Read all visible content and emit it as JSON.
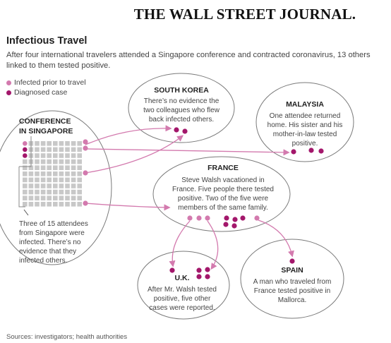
{
  "masthead": "THE WALL STREET JOURNAL.",
  "title": "Infectious Travel",
  "subtitle": "After four international travelers attended a Singapore conference and contracted coronavirus, 13 others linked to them tested positive.",
  "legend": [
    {
      "label": "Infected prior to travel",
      "color": "#d37aae"
    },
    {
      "label": "Diagnosed case",
      "color": "#a3176b"
    }
  ],
  "source": "Sources: investigators; health authorities",
  "colors": {
    "infected_prior": "#d37aae",
    "diagnosed": "#a3176b",
    "attendee": "#c8c8c8",
    "arrow": "#d37aae",
    "border": "#7a7a7a"
  },
  "conference": {
    "title_lines": [
      "CONFERENCE",
      "IN SINGAPORE"
    ],
    "attendee_grid": {
      "rows": 11,
      "cols": 10
    },
    "note_lines": [
      "Three of 15 attendees",
      "from Singapore were",
      "infected. There’s no",
      "evidence that they",
      "infected others."
    ]
  },
  "south_korea": {
    "title": "SOUTH KOREA",
    "lines": [
      "There’s no evidence the",
      "two colleagues who flew",
      "back infected others."
    ]
  },
  "malaysia": {
    "title": "MALAYSIA",
    "lines": [
      "One attendee returned",
      "home. His sister and his",
      "mother-in-law tested",
      "positive."
    ]
  },
  "france": {
    "title": "FRANCE",
    "lines": [
      "Steve Walsh vacationed in",
      "France. Five people there tested",
      "positive. Two of the five were",
      "members of the same family."
    ]
  },
  "uk": {
    "title": "U.K.",
    "lines": [
      "After Mr. Walsh tested",
      "positive, five other",
      "cases were reported."
    ]
  },
  "spain": {
    "title": "SPAIN",
    "lines": [
      "A man who traveled from",
      "France tested positive in",
      "Mallorca."
    ]
  }
}
